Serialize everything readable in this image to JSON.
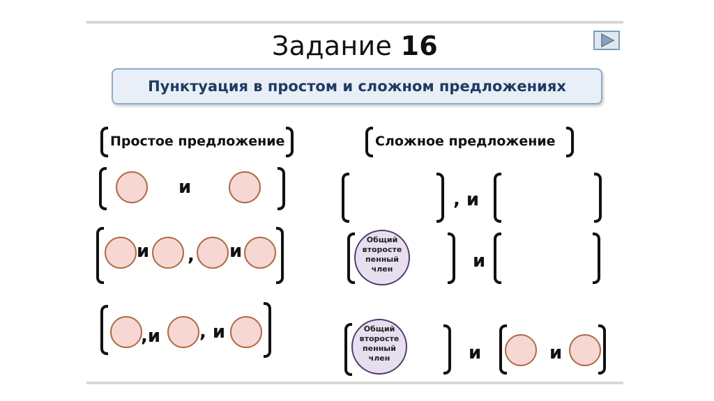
{
  "slide": {
    "title_prefix": "Задание ",
    "title_number": "16",
    "topic": "Пунктуация в простом и сложном предложениях",
    "next_button_icon": "play-arrow-icon"
  },
  "columns": {
    "simple_heading": "Простое предложение",
    "complex_heading": "Сложное предложение"
  },
  "tokens": {
    "and": "и",
    "comma": ",",
    "comma_and": ", и",
    "comma_and_tight": ",и"
  },
  "member_label_lines": [
    "Общий",
    "второсте",
    "пенный",
    "член"
  ],
  "colors": {
    "circle_fill": "#f6d7d4",
    "circle_border": "#b06a44",
    "member_fill": "#e7def0",
    "topic_text": "#1f3b63",
    "topic_fill": "#e9eff6"
  }
}
